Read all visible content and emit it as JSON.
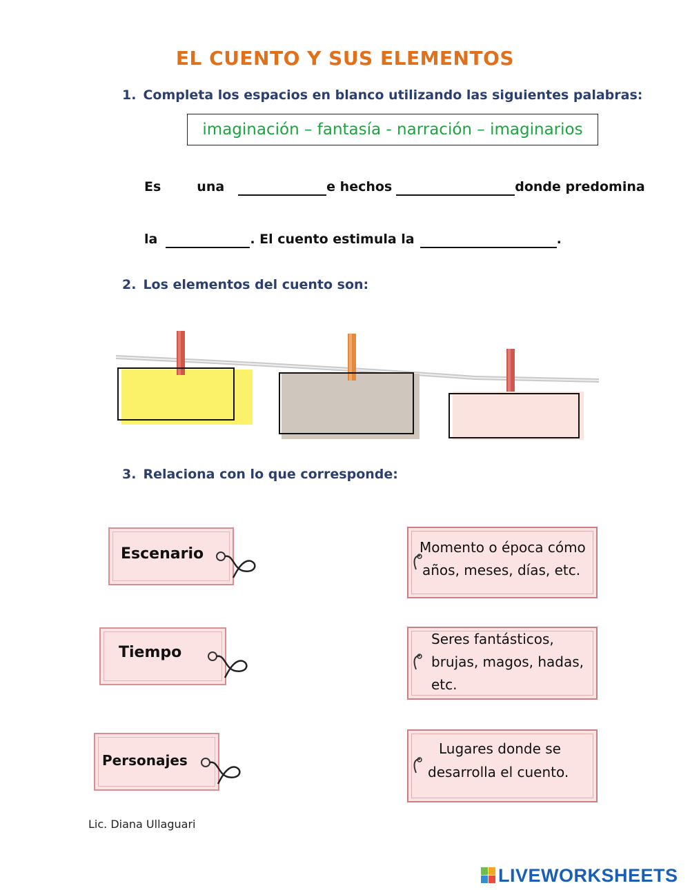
{
  "title": "EL CUENTO Y SUS ELEMENTOS",
  "q1": {
    "number": "1.",
    "text": "Completa los espacios en blanco utilizando las siguientes palabras:",
    "word_bank": "imaginación – fantasía - narración – imaginarios",
    "line1": {
      "w1": "Es",
      "w2": "una",
      "w3": "e hechos",
      "w4": "donde predomina"
    },
    "line2": {
      "w1": "la",
      "w2": ". El cuento estimula la",
      "w3": "."
    }
  },
  "q2": {
    "number": "2.",
    "text": "Los elementos del cuento son:"
  },
  "q3": {
    "number": "3.",
    "text": "Relaciona con lo que corresponde:",
    "terms": [
      "Escenario",
      "Tiempo",
      "Personajes"
    ],
    "definitions": [
      [
        "Momento o época cómo",
        "años, meses, días, etc."
      ],
      [
        "Seres fantásticos,",
        "brujas, magos, hadas,",
        "etc."
      ],
      [
        "Lugares donde se",
        "desarrolla el cuento."
      ]
    ]
  },
  "author": "Lic. Diana Ullaguari",
  "brand": "LIVEWORKSHEETS",
  "colors": {
    "title": "#e0701a",
    "question": "#2b3f6e",
    "word_bank": "#1aa53e",
    "card_yellow": "#fbf26a",
    "card_gray": "#cfc7bd",
    "card_pink": "#fbe3df",
    "tag_pink": "#fbe2e3",
    "brand": "#1a5fb4"
  }
}
